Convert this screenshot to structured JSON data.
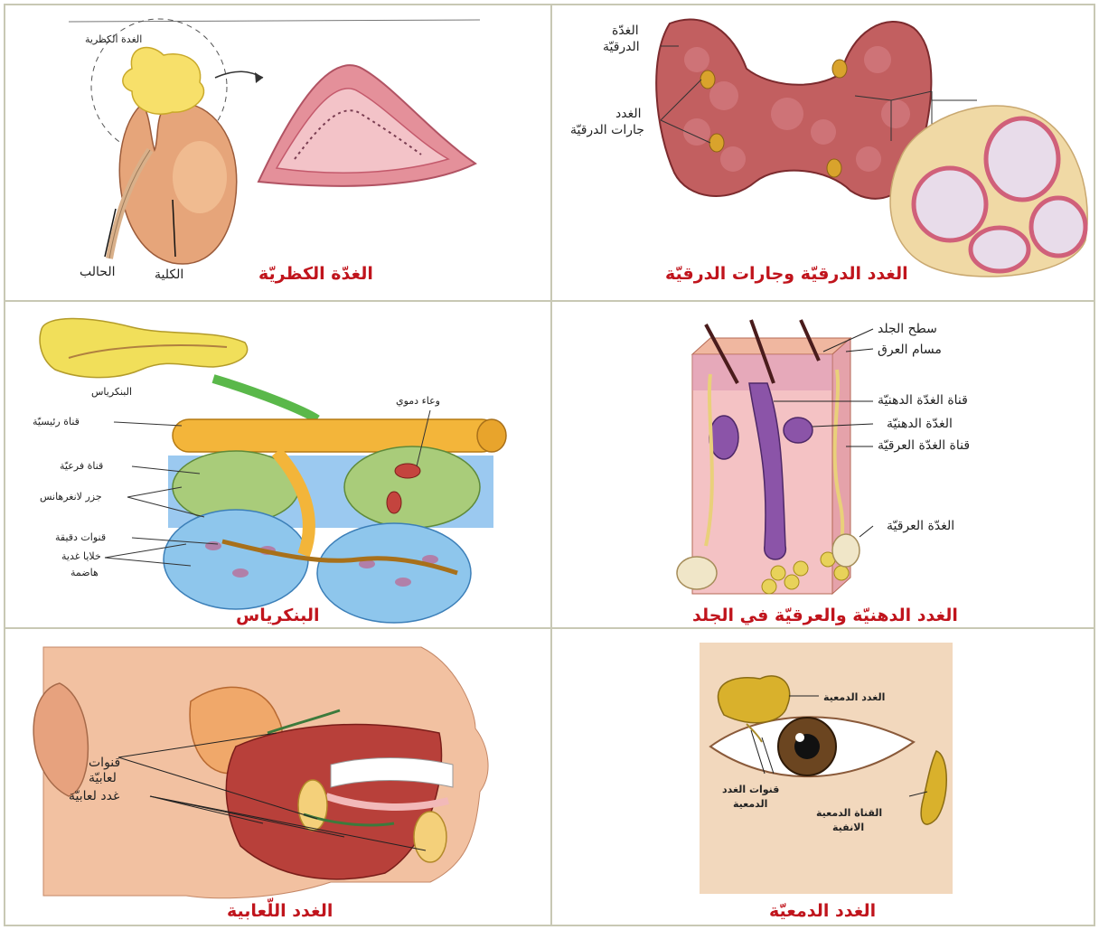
{
  "panels": {
    "adrenal": {
      "caption": "الغدّة الكظريّة",
      "labels": {
        "gland": "الغدة الكظرية",
        "ureter": "الحالب",
        "kidney": "الكلية"
      }
    },
    "thyroid": {
      "caption": "الغدد الدرقيّة وجارات الدرقيّة",
      "labels": {
        "thyroid_1": "الغدّة",
        "thyroid_2": "الدرقيّة",
        "para_1": "الغدد",
        "para_2": "جارات الدرقيّة"
      }
    },
    "pancreas": {
      "caption": "البنكرياس",
      "labels": {
        "pancreas": "البنكرياس",
        "vessel": "وعاء دموي",
        "main_duct": "قناة رئيسيّة",
        "sub_duct": "قناة فرعيّة",
        "islets": "جزر لانغرهانس",
        "fine_ducts": "قنوات دقيقة",
        "cells_1": "خلايا غدية",
        "cells_2": "هاضمة"
      }
    },
    "skin": {
      "caption": "الغدد الدهنيّة والعرقيّة في الجلد",
      "labels": {
        "surface": "سطح الجلد",
        "pore": "مسام العرق",
        "seb_duct": "قناة الغدّة الدهنيّة",
        "seb_gland": "الغدّة الدهنيّة",
        "sweat_duct": "قناة الغدّة العرقيّة",
        "sweat_gland": "الغدّة العرقيّة"
      }
    },
    "salivary": {
      "caption": "الغدد اللّعابية",
      "labels": {
        "ducts_1": "قنوات",
        "ducts_2": "لعابيّة",
        "glands": "غدد لعابيّة"
      }
    },
    "lacrimal": {
      "caption": "الغدد الدمعيّة",
      "labels": {
        "gland": "الغدد الدمعية",
        "ducts_1": "قنوات الغدد",
        "ducts_2": "الدمعية",
        "nasal_1": "القناة الدمعية",
        "nasal_2": "الانفية"
      }
    }
  },
  "colors": {
    "caption": "#c0141c",
    "border": "#c8c8b4"
  }
}
